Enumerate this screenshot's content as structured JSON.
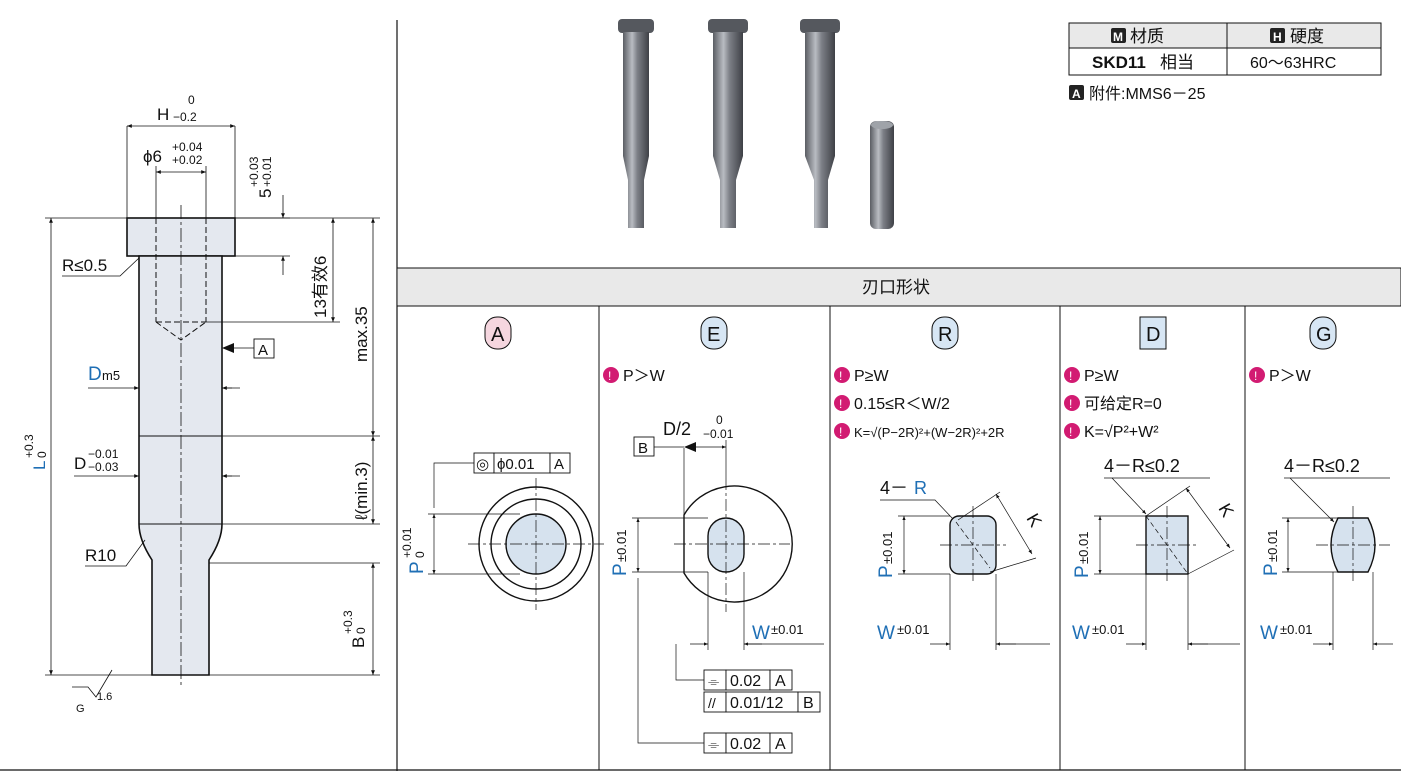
{
  "spec_table": {
    "material_badge": "M",
    "material_header": "材质",
    "hardness_badge": "H",
    "hardness_header": "硬度",
    "material_value": "SKD11",
    "material_suffix": "相当",
    "hardness_value": "60～63HRC",
    "accessory_badge": "A",
    "accessory_text": "附件:MMS6－25"
  },
  "section_title": "刃口形状",
  "main_drawing": {
    "h_dim": "H",
    "h_tol_upper": "0",
    "h_tol_lower": "−0.2",
    "bore_dim": "ϕ6",
    "bore_tol_upper": "+0.04",
    "bore_tol_lower": "+0.02",
    "head_dim": "5",
    "head_tol_upper": "+0.03",
    "head_tol_lower": "+0.01",
    "effective_depth": "13有效6",
    "max_len": "max.35",
    "radius_head": "R≤0.5",
    "datum_a": "A",
    "d_label": "D",
    "d_sub": "m5",
    "d2_label": "D",
    "d2_tol_upper": "−0.01",
    "d2_tol_lower": "−0.03",
    "l_label": "L",
    "l_tol_upper": "+0.3",
    "l_tol_lower": "0",
    "ell_label": "ℓ(min.3)",
    "r10": "R10",
    "b_label": "B",
    "b_tol_upper": "+0.3",
    "b_tol_lower": "0",
    "roughness": "1.6",
    "g_mark": "G"
  },
  "shapes": [
    {
      "letter": "A",
      "conditions": [],
      "p_label": "P",
      "p_tol_upper": "+0.01",
      "p_tol_lower": "0",
      "gdt_symbol": "◎",
      "gdt_value": "ϕ0.01",
      "gdt_datum": "A"
    },
    {
      "letter": "E",
      "conditions": [
        "P＞W"
      ],
      "p_label": "P",
      "p_tol": "±0.01",
      "w_label": "W",
      "w_tol": "±0.01",
      "d2_label": "D/2",
      "d2_tol_upper": "0",
      "d2_tol_lower": "−0.01",
      "datum_b": "B",
      "gdt_rows": [
        {
          "symbol": "⌯",
          "value": "0.02",
          "datum": "A"
        },
        {
          "symbol": "//",
          "value": "0.01/12",
          "datum": "B"
        },
        {
          "symbol": "⌯",
          "value": "0.02",
          "datum": "A"
        }
      ]
    },
    {
      "letter": "R",
      "conditions": [
        "P≥W",
        "0.15≤R＜W/2",
        "K=√(P−2R)²+(W−2R)²+2R"
      ],
      "p_label": "P",
      "p_tol": "±0.01",
      "w_label": "W",
      "w_tol": "±0.01",
      "r_prefix": "4－",
      "r_label": "R",
      "k_label": "K"
    },
    {
      "letter": "D",
      "conditions": [
        "P≥W",
        "可给定R=0",
        "K=√P²+W²"
      ],
      "p_label": "P",
      "p_tol": "±0.01",
      "w_label": "W",
      "w_tol": "±0.01",
      "r_note": "4－R≤0.2",
      "k_label": "K"
    },
    {
      "letter": "G",
      "conditions": [
        "P＞W"
      ],
      "p_label": "P",
      "p_tol": "±0.01",
      "w_label": "W",
      "w_tol": "±0.01",
      "r_note": "4－R≤0.2"
    }
  ],
  "colors": {
    "blue": "#1f6fb5",
    "pink": "#d21b72",
    "header_bg": "#e9e9e9",
    "part_fill": "#e4e8ef",
    "shape_fill": "#d6e2ee",
    "badge_a": "#f5d6df",
    "badge_blue": "#d7e6f4"
  }
}
